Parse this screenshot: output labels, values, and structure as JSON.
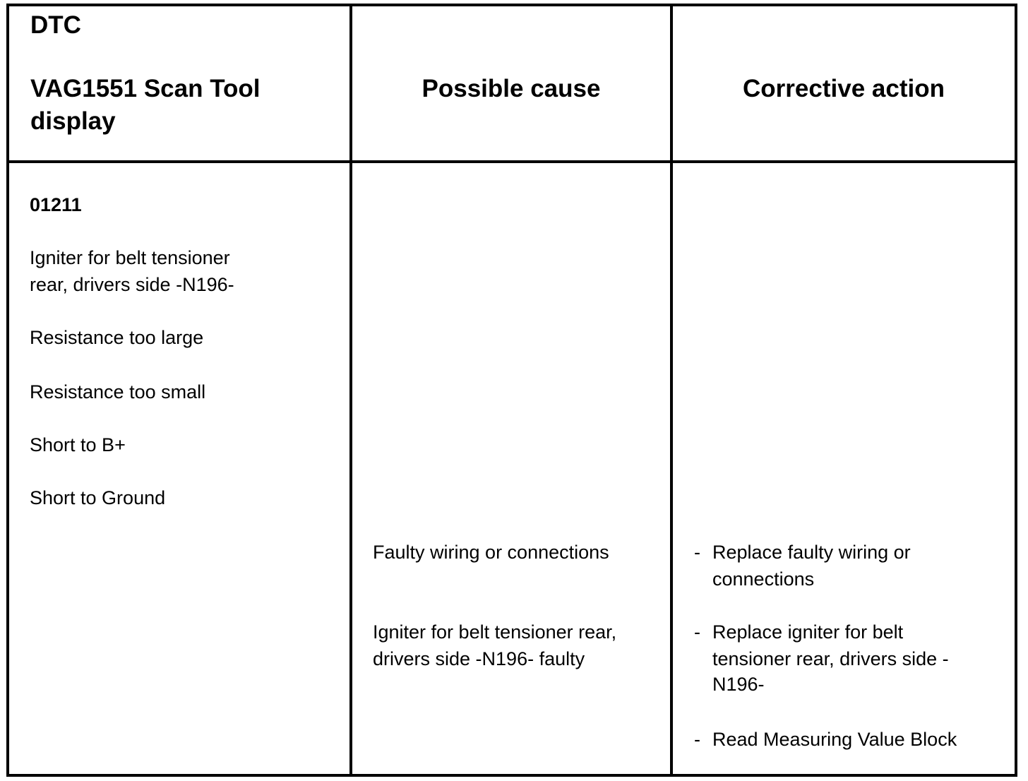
{
  "table": {
    "header": {
      "col1": {
        "line1": "DTC",
        "line2": "VAG1551 Scan Tool",
        "line3": "display"
      },
      "col2": "Possible cause",
      "col3": "Corrective action"
    },
    "dtc": {
      "code": "01211",
      "description_line1": "Igniter for belt tensioner",
      "description_line2": "rear, drivers side -N196-",
      "faults": [
        "Resistance too large",
        "Resistance too small",
        "Short to B+",
        "Short to Ground"
      ]
    },
    "possible_causes": [
      {
        "line1": "Faulty wiring or connections"
      },
      {
        "line1": "Igniter for belt tensioner rear,",
        "line2": "drivers side -N196- faulty"
      }
    ],
    "corrective_actions": [
      {
        "bullet": "-",
        "line1": "Replace faulty wiring or",
        "line2": "connections"
      },
      {
        "bullet": "-",
        "line1": "Replace igniter for belt",
        "line2": "tensioner rear, drivers side -",
        "line3": "N196-"
      },
      {
        "bullet": "-",
        "line1": "Read Measuring Value Block"
      }
    ]
  }
}
